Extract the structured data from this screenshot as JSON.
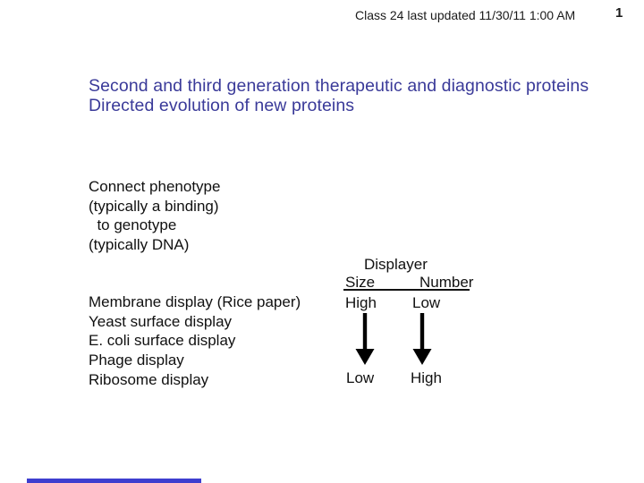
{
  "page": {
    "header_note": "Class 24 last updated 11/30/11 1:00 AM",
    "page_number": "1"
  },
  "slide": {
    "title_line1": "Second and third generation therapeutic and diagnostic proteins",
    "title_line2": "Directed evolution of new proteins",
    "title_color": "#3a3a99",
    "intro_lines": [
      "Connect phenotype",
      "(typically a binding)",
      "  to genotype",
      "(typically DNA)"
    ],
    "display_methods": [
      "Membrane display (Rice paper)",
      "Yeast surface display",
      "E. coli surface display",
      "Phage display",
      "Ribosome display"
    ],
    "comparison": {
      "group_label": "Displayer",
      "col1_header": "Size",
      "col2_header": "Number",
      "col1_top": "High",
      "col2_top": "Low",
      "col1_bottom": "Low",
      "col2_bottom": "High"
    },
    "arrow_color": "#000000",
    "accent_bar_color": "#3e3ecf"
  }
}
